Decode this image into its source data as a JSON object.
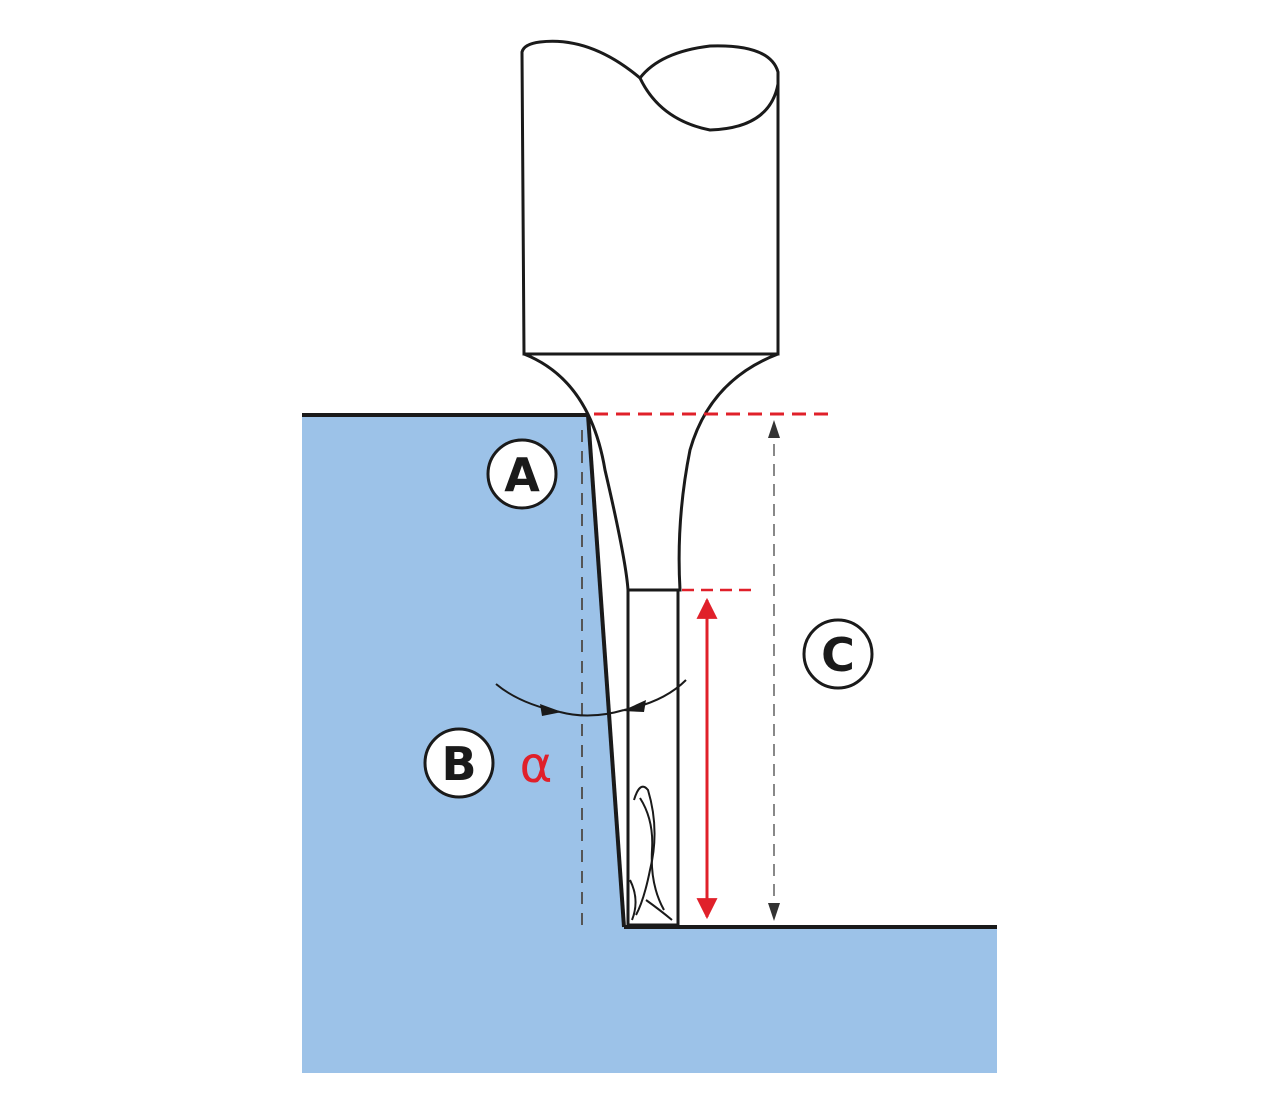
{
  "labels": {
    "a": "A",
    "b": "B",
    "c": "C",
    "alpha": "α"
  },
  "colors": {
    "workpiece_fill": "#9cc2e8",
    "outline": "#1a1a1a",
    "dimension_red": "#e0202a",
    "dashed_grey": "#888888",
    "background": "#ffffff"
  },
  "icons": {
    "cutter": "end-mill-cutter-icon",
    "workpiece": "workpiece-block-icon"
  }
}
